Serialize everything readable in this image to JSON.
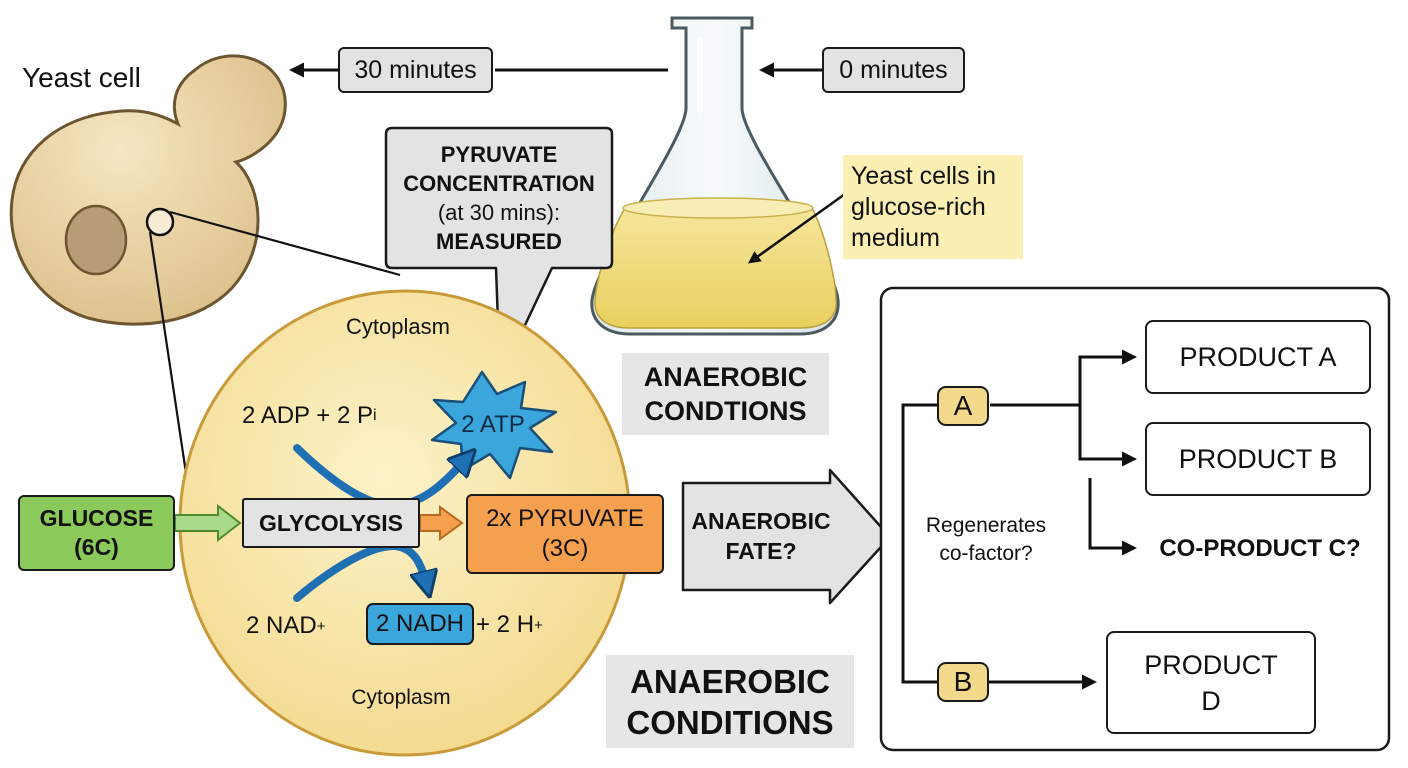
{
  "labels": {
    "yeast_cell": "Yeast cell",
    "time_30": "30 minutes",
    "time_0": "0 minutes",
    "callout_line1": "PYRUVATE",
    "callout_line2": "CONCENTRATION",
    "callout_line3": "(at 30 mins):",
    "callout_line4": "MEASURED",
    "flask_note": "Yeast cells in glucose-rich medium",
    "anaerobic_upper_1": "ANAEROBIC",
    "anaerobic_upper_2": "CONDTIONS",
    "anaerobic_lower_1": "ANAEROBIC",
    "anaerobic_lower_2": "CONDITIONS",
    "cytoplasm_top": "Cytoplasm",
    "cytoplasm_bottom": "Cytoplasm",
    "adp_prefix": "2 ADP + 2 P",
    "adp_subscript": "i",
    "atp": "2 ATP",
    "glucose_1": "GLUCOSE",
    "glucose_2": "(6C)",
    "glycolysis": "GLYCOLYSIS",
    "pyruvate_1": "2x PYRUVATE",
    "pyruvate_2": "(3C)",
    "nad_prefix": "2 NAD",
    "nad_sup": "+",
    "nadh": "2 NADH",
    "h_plus_prefix": "+ 2 H",
    "h_plus_sup": "+",
    "fate_1": "ANAEROBIC",
    "fate_2": "FATE?",
    "regen_1": "Regenerates",
    "regen_2": "co-factor?",
    "pathway_a": "A",
    "pathway_b": "B",
    "product_a": "PRODUCT A",
    "product_b": "PRODUCT B",
    "coproduct_c": "CO-PRODUCT C?",
    "product_d_1": "PRODUCT",
    "product_d_2": "D"
  },
  "colors": {
    "glucose": "#8bc95a",
    "pyruvate": "#f5a04e",
    "atp": "#3aa6dc",
    "nadh": "#3aa6dc",
    "cell_fill": "#f8e7a8",
    "yeast_fill": "#ead3a1",
    "medium": "#f3df80",
    "pathway_pill": "#f2d98c",
    "note_bg": "#fcefb4"
  }
}
